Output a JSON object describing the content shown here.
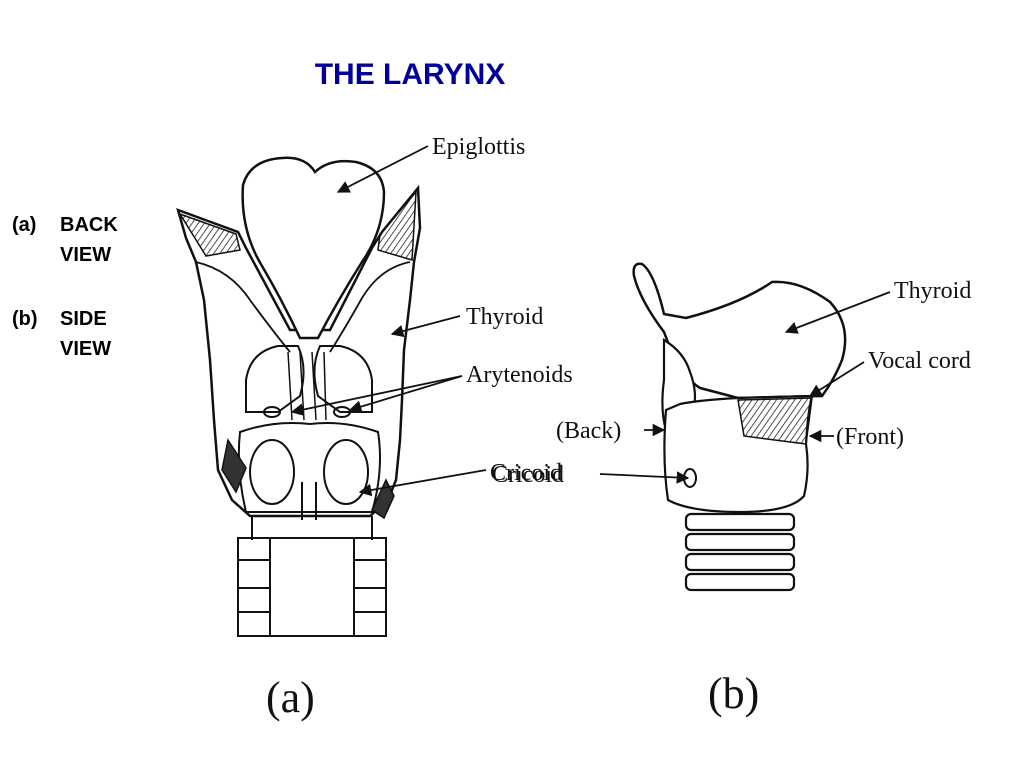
{
  "title": "THE LARYNX",
  "views": [
    {
      "tag": "(a)",
      "line1": "BACK",
      "line2": "VIEW"
    },
    {
      "tag": "(b)",
      "line1": "SIDE",
      "line2": "VIEW"
    }
  ],
  "figure_a": {
    "caption": "(a)",
    "labels": {
      "epiglottis": "Epiglottis",
      "thyroid": "Thyroid",
      "arytenoids": "Arytenoids",
      "cricoid": "Cricoid"
    }
  },
  "figure_b": {
    "caption": "(b)",
    "labels": {
      "thyroid": "Thyroid",
      "vocal_cord": "Vocal cord",
      "back": "(Back)",
      "front": "(Front)",
      "cricoid": "Cricoid"
    }
  }
}
